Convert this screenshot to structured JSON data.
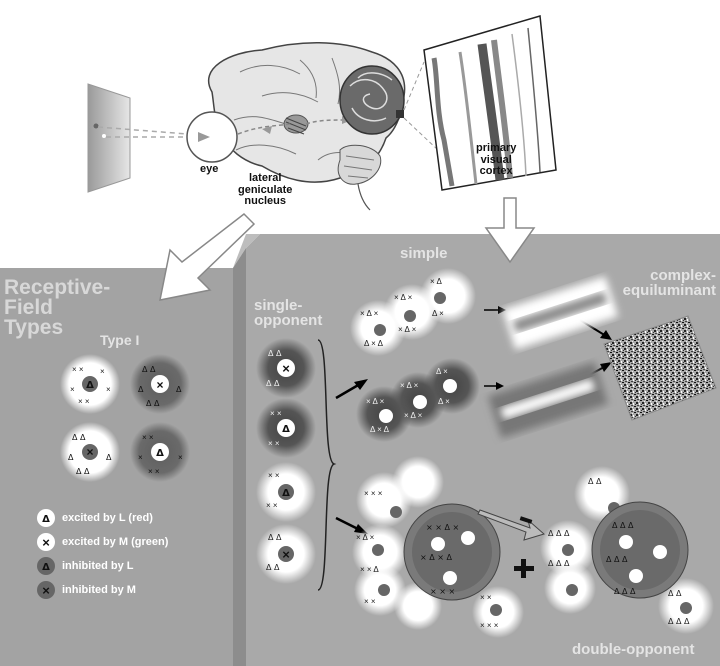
{
  "labels": {
    "eye": "eye",
    "lgn": "lateral\ngeniculate\nnucleus",
    "v1": "primary\nvisual\ncortex",
    "rf_title": "Receptive-\nField\nTypes",
    "type1": "Type I",
    "single_opponent": "single-\nopponent",
    "simple": "simple",
    "complex": "complex-\nequiluminant",
    "double_opponent": "double-opponent"
  },
  "legend": [
    {
      "symbol": "Δ",
      "text": "excited by L (red)",
      "style": "white"
    },
    {
      "symbol": "×",
      "text": "excited by M (green)",
      "style": "white"
    },
    {
      "symbol": "Δ",
      "text": "inhibited by L",
      "style": "dark"
    },
    {
      "symbol": "×",
      "text": "inhibited by M",
      "style": "dark"
    }
  ],
  "colors": {
    "panel": "#a9a9a9",
    "panel_dark": "#8a8a8a",
    "text_light": "#e0e0e0",
    "cell_dark": "#6e6e6e"
  }
}
